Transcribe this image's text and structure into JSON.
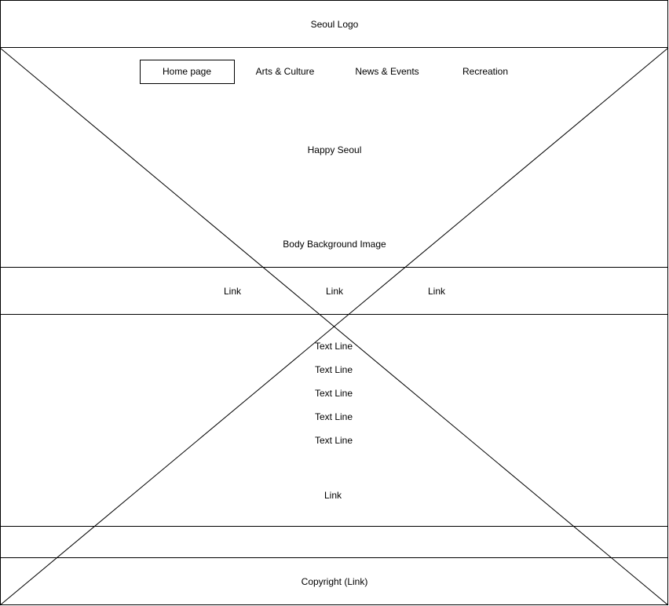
{
  "header": {
    "logo": "Seoul Logo"
  },
  "nav": {
    "items": [
      {
        "label": "Home page"
      },
      {
        "label": "Arts & Culture"
      },
      {
        "label": "News & Events"
      },
      {
        "label": "Recreation"
      }
    ]
  },
  "hero": {
    "title": "Happy Seoul",
    "background_label": "Body Background Image"
  },
  "links_row": {
    "links": [
      "Link",
      "Link",
      "Link"
    ]
  },
  "content": {
    "lines": [
      "Text Line",
      "Text Line",
      "Text Line",
      "Text Line",
      "Text Line"
    ],
    "link": "Link"
  },
  "footer": {
    "copyright": "Copyright (Link)"
  }
}
